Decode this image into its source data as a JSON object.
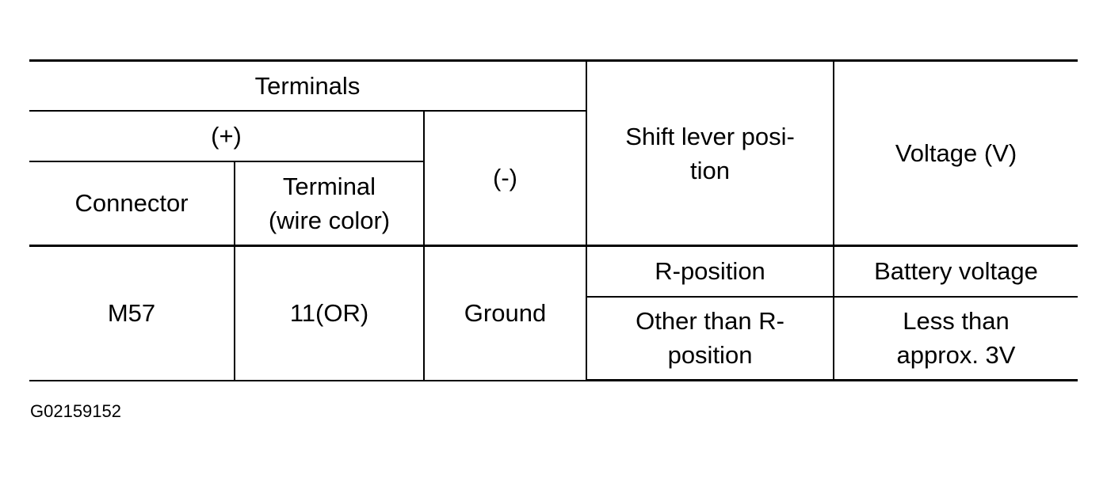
{
  "table": {
    "header": {
      "terminals": "Terminals",
      "plus": "(+)",
      "minus": "(-)",
      "shift_lever_position": "Shift lever posi-\ntion",
      "voltage": "Voltage (V)",
      "connector": "Connector",
      "terminal_wire_color": "Terminal\n(wire color)"
    },
    "body": {
      "connector": "M57",
      "terminal": "11(OR)",
      "ground": "Ground",
      "rows": [
        {
          "position": "R-position",
          "voltage": "Battery voltage"
        },
        {
          "position": "Other than R-\nposition",
          "voltage": "Less than\napprox. 3V"
        }
      ]
    }
  },
  "reference_code": "G02159152"
}
